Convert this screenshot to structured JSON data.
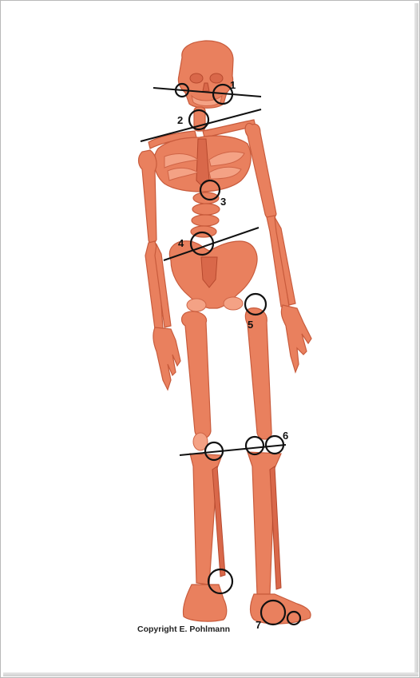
{
  "figure": {
    "markers": [
      "1",
      "2",
      "3",
      "4",
      "5",
      "6",
      "7"
    ],
    "copyright": "Copyright E. Pohlmann"
  },
  "colors": {
    "bone": "#e9805e",
    "bone_outline": "#c85b3c",
    "marker": "#111111",
    "background": "#ffffff"
  }
}
